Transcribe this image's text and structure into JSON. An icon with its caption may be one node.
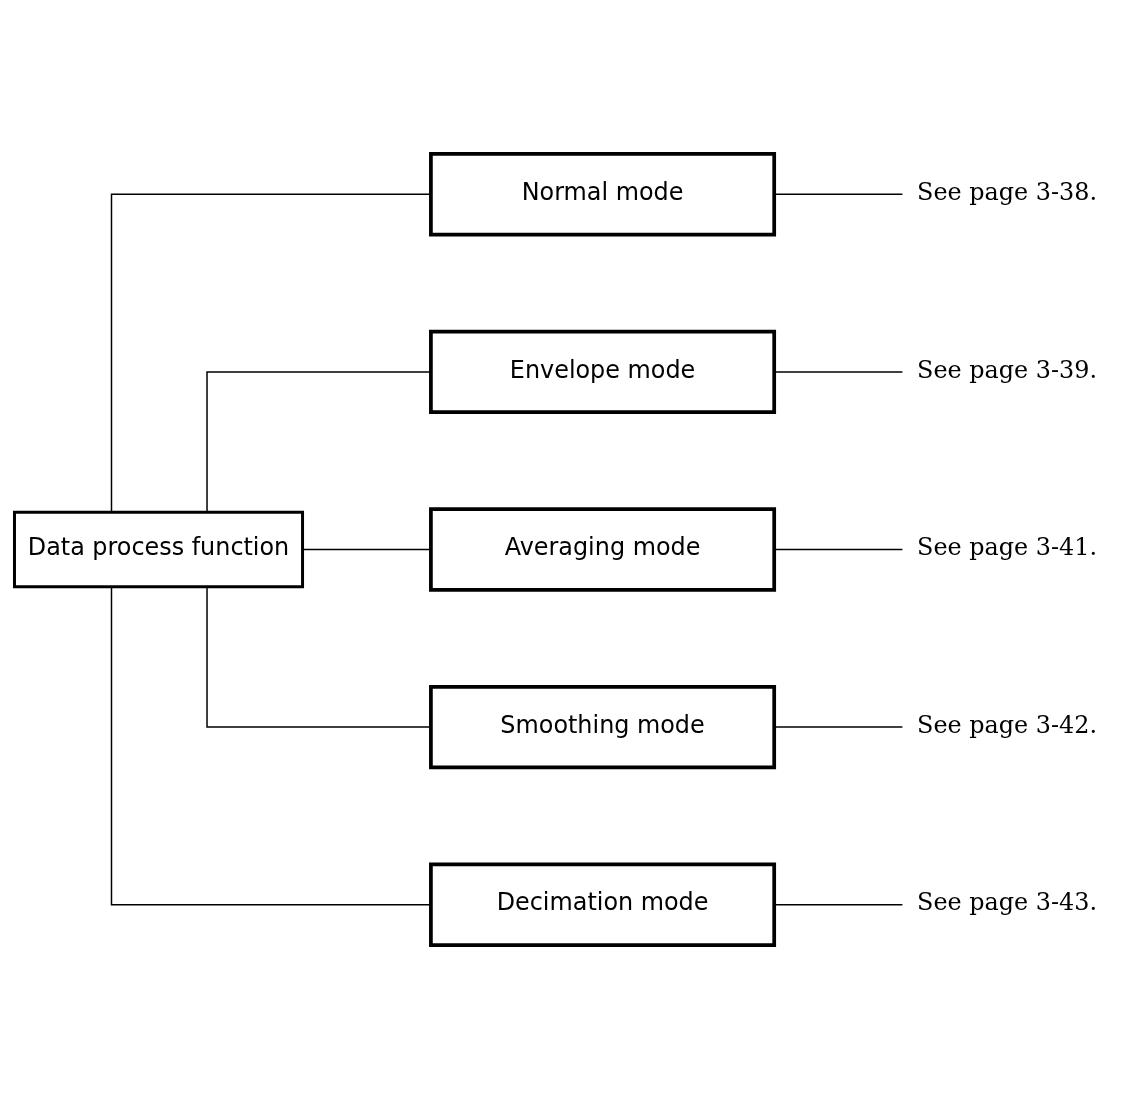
{
  "diagram": {
    "nodes": [
      {
        "text": [
          "Data process function"
        ]
      },
      {
        "text": [
          "Normal mode"
        ]
      },
      {
        "text": [
          "Envelope mode"
        ]
      },
      {
        "text": [
          "Averaging mode"
        ]
      },
      {
        "text": [
          "Smoothing mode"
        ]
      },
      {
        "text": [
          "Decimation mode"
        ]
      },
      {
        "text": [
          "See page 3-38."
        ]
      },
      {
        "text": [
          "See page 3-39."
        ]
      },
      {
        "text": [
          "See page 3-41."
        ]
      },
      {
        "text": [
          "See page 3-42."
        ]
      },
      {
        "text": [
          "See page 3-43."
        ]
      }
    ],
    "edges": [
      {
        "from": 0,
        "to": 1,
        "arrow": "none"
      },
      {
        "from": 0,
        "to": 2,
        "arrow": "none"
      },
      {
        "from": 0,
        "to": 3,
        "arrow": "none"
      },
      {
        "from": 0,
        "to": 4,
        "arrow": "none"
      },
      {
        "from": 0,
        "to": 5,
        "arrow": "none"
      },
      {
        "from": 1,
        "to": 6,
        "arrow": "none"
      },
      {
        "from": 2,
        "to": 7,
        "arrow": "none"
      },
      {
        "from": 3,
        "to": 8,
        "arrow": "none"
      },
      {
        "from": 4,
        "to": 9,
        "arrow": "none"
      },
      {
        "from": 5,
        "to": 10,
        "arrow": "none"
      }
    ]
  }
}
